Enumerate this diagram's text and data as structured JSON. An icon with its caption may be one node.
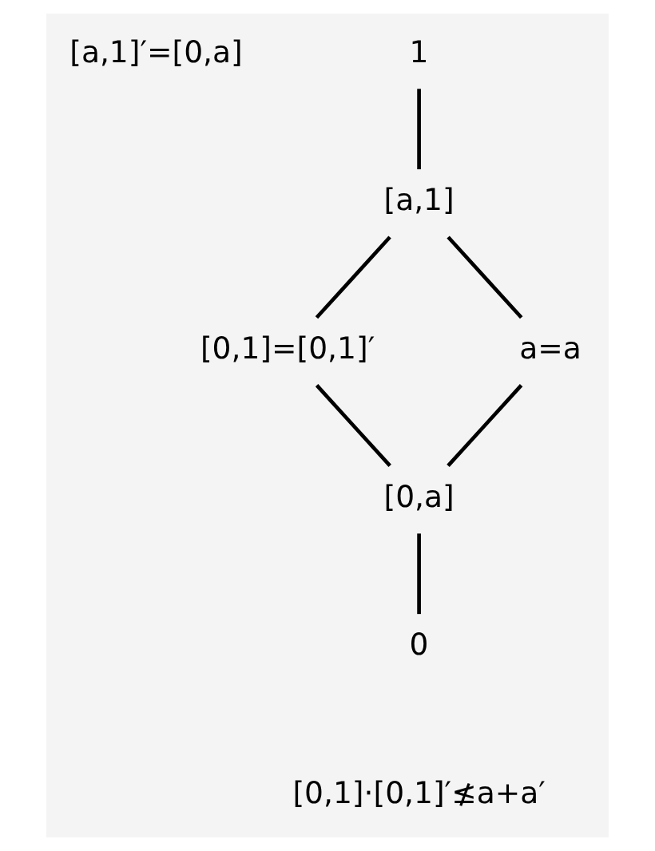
{
  "diagram": {
    "nodes": [
      {
        "text": [
          "1"
        ]
      },
      {
        "text": [
          "[a,1]"
        ]
      },
      {
        "text": [
          "[0,1]=[0,1]′"
        ]
      },
      {
        "text": [
          "a=a"
        ]
      },
      {
        "text": [
          "[0,a]"
        ]
      },
      {
        "text": [
          "0"
        ]
      }
    ],
    "edges": [
      {
        "from": 0,
        "to": 1,
        "arrow": "none"
      },
      {
        "from": 1,
        "to": 2,
        "arrow": "none"
      },
      {
        "from": 1,
        "to": 3,
        "arrow": "none"
      },
      {
        "from": 2,
        "to": 4,
        "arrow": "none"
      },
      {
        "from": 3,
        "to": 4,
        "arrow": "none"
      },
      {
        "from": 4,
        "to": 5,
        "arrow": "none"
      }
    ],
    "labels": [
      "[a,1]′=[0,a]",
      "[0,1]·[0,1]′≰a+a′"
    ]
  }
}
